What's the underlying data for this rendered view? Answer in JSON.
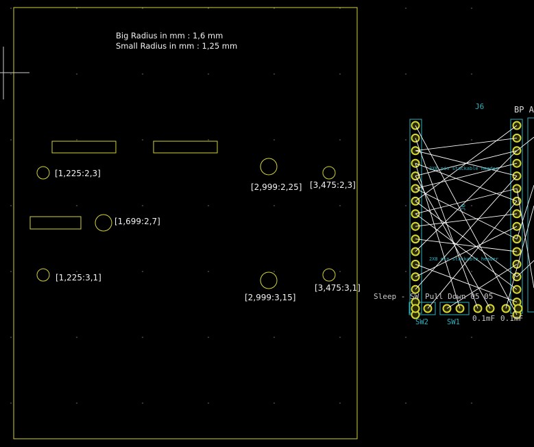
{
  "colors": {
    "background": "#000000",
    "edge_cuts": "#d4d43a",
    "pad_outline": "#d8d836",
    "pad_fill": "#bdbd22",
    "silkscreen": "#2bb3c0",
    "ratsnest": "#ffffff",
    "text": "#f2f2f2"
  },
  "notes": {
    "big_radius": "Big Radius in mm : 1,6 mm",
    "small_radius": "Small Radius in mm : 1,25 mm"
  },
  "hole_labels": {
    "h1": "[1,225:2,3]",
    "h2": "[2,999:2,25]",
    "h3": "[3,475:2,3]",
    "h4": "[1,699:2,7]",
    "h5": "[1,225:3,1]",
    "h6": "[2,999:3,15]",
    "h7": "[3,475:3,1]"
  },
  "components": {
    "j6": "J6",
    "bp": "BP A",
    "silk_header_top": "2X8 pin stackable header",
    "silk_header_bottom": "2X8 pin stackable header",
    "silk_j6_side": "J6",
    "sleep_label": "Sleep - SW",
    "sw_row_text": "Pull Down 05 05",
    "sw2": "SW2",
    "sw1": "SW1",
    "cap1": "0.1mF",
    "cap2": "0.1mF"
  }
}
